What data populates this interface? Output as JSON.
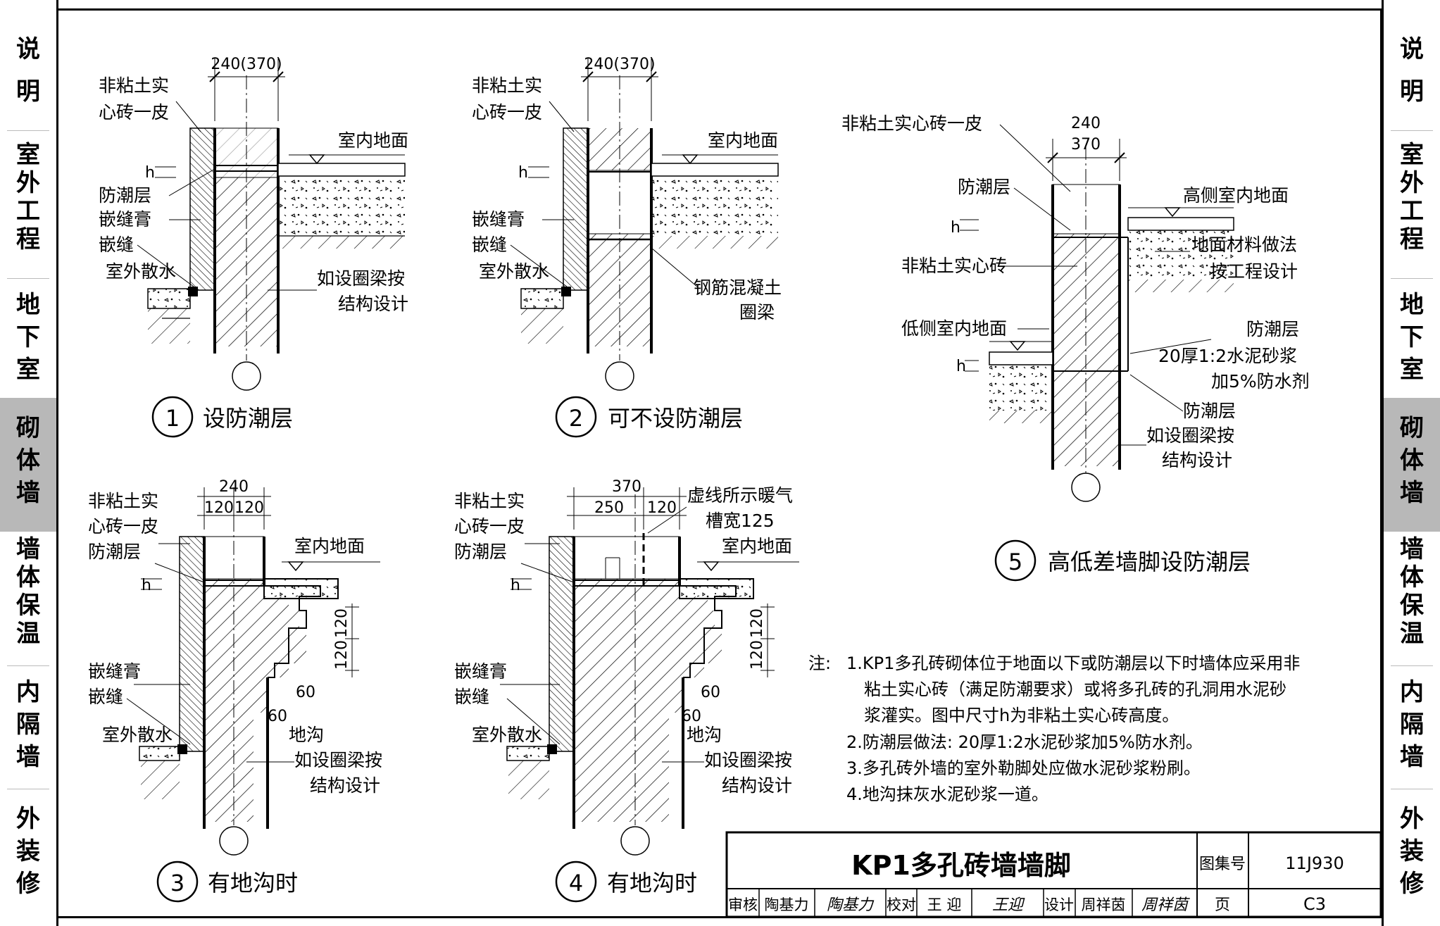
{
  "sidebar": {
    "items": [
      {
        "label": "说明"
      },
      {
        "label": "室外工程"
      },
      {
        "label": "地下室"
      },
      {
        "label": "砌体墙",
        "active": true
      },
      {
        "label": "墙体保温"
      },
      {
        "label": "内隔墙"
      },
      {
        "label": "外装修"
      }
    ]
  },
  "details": {
    "d1": {
      "num": "1",
      "title": "设防潮层",
      "dim": "240(370)",
      "labels": [
        "非粘土实",
        "心砖一皮",
        "室内地面",
        "h",
        "防潮层",
        "嵌缝膏",
        "嵌缝",
        "室外散水",
        "如设圈梁按",
        "结构设计"
      ]
    },
    "d2": {
      "num": "2",
      "title": "可不设防潮层",
      "dim": "240(370)",
      "labels": [
        "非粘土实",
        "心砖一皮",
        "室内地面",
        "h",
        "嵌缝膏",
        "嵌缝",
        "室外散水",
        "钢筋混凝土",
        "圈梁"
      ]
    },
    "d3": {
      "num": "3",
      "title": "有地沟时",
      "dim_total": "240",
      "dim_a": "120",
      "dim_b": "120",
      "labels": [
        "非粘土实",
        "心砖一皮",
        "防潮层",
        "室内地面",
        "h",
        "120",
        "120",
        "60",
        "60",
        "嵌缝膏",
        "嵌缝",
        "室外散水",
        "地沟",
        "如设圈梁按",
        "结构设计"
      ]
    },
    "d4": {
      "num": "4",
      "title": "有地沟时",
      "dim_total": "370",
      "dim_a": "250",
      "dim_b": "120",
      "labels": [
        "非粘土实",
        "心砖一皮",
        "防潮层",
        "虚线所示暖气",
        "槽宽125",
        "室内地面",
        "h",
        "120",
        "120",
        "60",
        "60",
        "嵌缝膏",
        "嵌缝",
        "室外散水",
        "地沟",
        "如设圈梁按",
        "结构设计"
      ]
    },
    "d5": {
      "num": "5",
      "title": "高低差墙脚设防潮层",
      "dim_a": "240",
      "dim_b": "370",
      "labels": [
        "非粘土实心砖一皮",
        "防潮层",
        "高侧室内地面",
        "h",
        "地面材料做法",
        "按工程设计",
        "非粘土实心砖",
        "低侧室内地面",
        "防潮层",
        "20厚1:2水泥砂浆",
        "加5%防水剂",
        "h",
        "防潮层",
        "如设圈梁按",
        "结构设计"
      ]
    }
  },
  "notes": {
    "prefix": "注:",
    "lines": [
      "1.KP1多孔砖砌体位于地面以下或防潮层以下时墙体应采用非",
      "粘土实心砖（满足防潮要求）或将多孔砖的孔洞用水泥砂",
      "浆灌实。图中尺寸h为非粘土实心砖高度。",
      "2.防潮层做法: 20厚1:2水泥砂浆加5%防水剂。",
      "3.多孔砖外墙的室外勒脚处应做水泥砂浆粉刷。",
      "4.地沟抹灰水泥砂浆一道。"
    ]
  },
  "titleblock": {
    "title": "KP1多孔砖墙墙脚",
    "atlas_label": "图集号",
    "atlas_value": "11J930",
    "page_label": "页",
    "page_value": "C3",
    "review_label": "审核",
    "review_name": "陶基力",
    "review_sign": "陶基力",
    "check_label": "校对",
    "check_name": "王 迎",
    "check_sign": "王迎",
    "design_label": "设计",
    "design_name": "周祥茵",
    "design_sign": "周祥茵"
  }
}
